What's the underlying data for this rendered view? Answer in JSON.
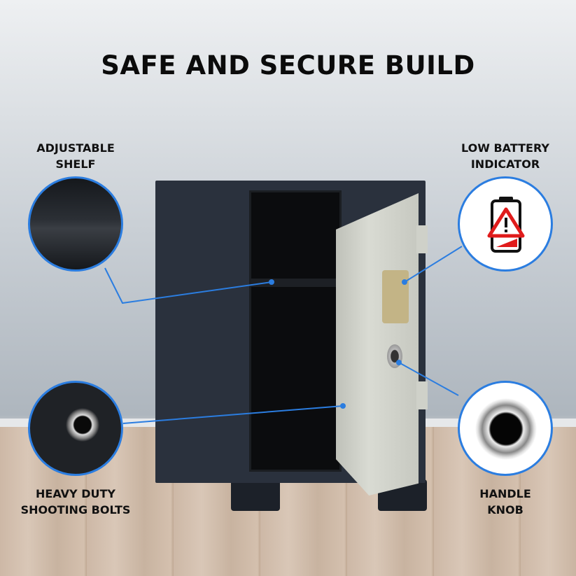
{
  "title": "SAFE AND SECURE BUILD",
  "features": {
    "adjustable_shelf": {
      "line1": "ADJUSTABLE",
      "line2": "SHELF"
    },
    "low_battery": {
      "line1": "LOW BATTERY",
      "line2": "INDICATOR"
    },
    "shooting_bolts": {
      "line1": "HEAVY DUTY",
      "line2": "SHOOTING BOLTS"
    },
    "handle_knob": {
      "line1": "HANDLE",
      "line2": "KNOB"
    }
  },
  "colors": {
    "accent": "#2b7de0",
    "warning": "#e01b1b",
    "safe_body": "#2a313d"
  }
}
